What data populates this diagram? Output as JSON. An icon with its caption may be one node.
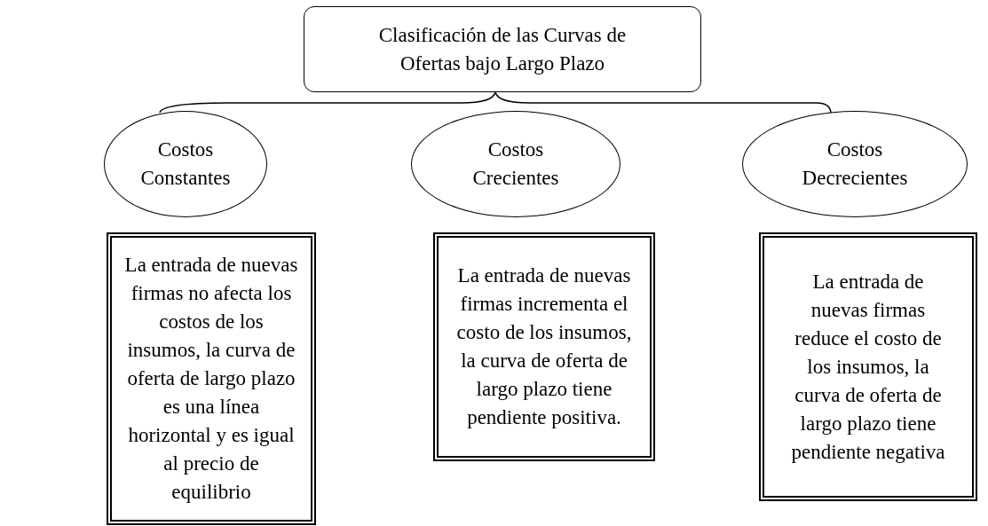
{
  "diagram": {
    "nodes": [
      {
        "text": [
          "Clasificación de las Curvas de Ofertas bajo Largo Plazo"
        ]
      },
      {
        "text": [
          "Costos Constantes"
        ]
      },
      {
        "text": [
          "Costos Crecientes"
        ]
      },
      {
        "text": [
          "Costos Decrecientes"
        ]
      },
      {
        "text": [
          "La entrada de nuevas firmas no afecta los costos de los insumos, la curva de oferta de largo plazo es una línea horizontal y es igual al precio de equilibrio"
        ]
      },
      {
        "text": [
          "La entrada de nuevas firmas incrementa el costo de los insumos, la curva de oferta de largo plazo tiene pendiente positiva."
        ]
      },
      {
        "text": [
          "La entrada de nuevas firmas reduce el costo de los insumos, la curva de oferta de largo plazo tiene pendiente negativa"
        ]
      }
    ]
  }
}
